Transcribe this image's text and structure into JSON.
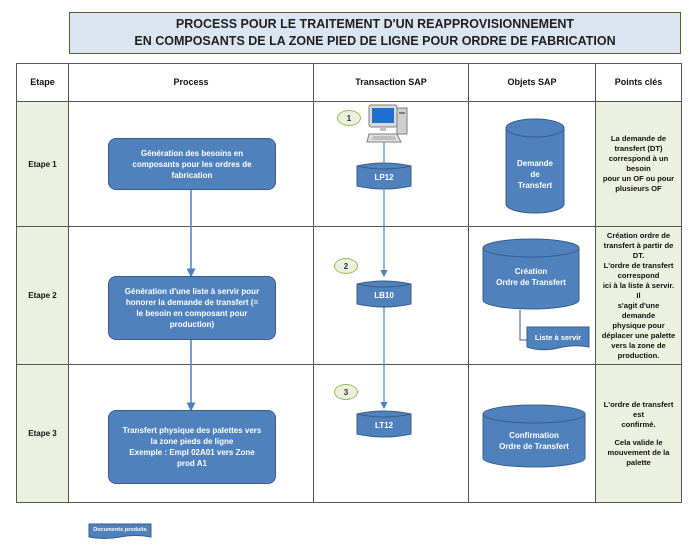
{
  "title": {
    "line1": "PROCESS POUR LE TRAITEMENT D'UN REAPPROVISIONNEMENT",
    "line2": "EN COMPOSANTS DE LA ZONE PIED DE LIGNE POUR ORDRE DE FABRICATION"
  },
  "headers": {
    "etape": "Etape",
    "process": "Process",
    "transaction": "Transaction SAP",
    "objets": "Objets SAP",
    "points": "Points clés"
  },
  "rows": [
    {
      "stage": "Etape 1",
      "process": [
        "Génération des besoins en",
        "composants pour les ordres de",
        "fabrication"
      ],
      "step_number": "1",
      "transaction": "LP12",
      "object": [
        "Demande",
        "de",
        "Transfert"
      ],
      "notes": [
        "La demande de",
        "transfert (DT)",
        "correspond à un besoin",
        "pour un OF ou pour",
        "plusieurs OF"
      ]
    },
    {
      "stage": "Etape 2",
      "process": [
        "Génération d'une liste à servir pour",
        "honorer la demande de transfert (=",
        "le besoin en composant pour",
        "production)"
      ],
      "step_number": "2",
      "transaction": "LB10",
      "object": [
        "Création",
        "Ordre de Transfert"
      ],
      "document": "Liste à servir",
      "notes": [
        "Création ordre de",
        "transfert à partir de",
        "DT.",
        "L'ordre de transfert",
        "correspond",
        "ici à la liste à servir. Il",
        "s'agit d'une demande",
        "physique pour",
        "déplacer une palette",
        "vers la zone de",
        "production."
      ]
    },
    {
      "stage": "Etape 3",
      "process": [
        "Transfert physique des palettes vers",
        "la zone pieds de ligne",
        "Exemple : Empl 02A01 vers Zone",
        "prod A1"
      ],
      "step_number": "3",
      "transaction": "LT12",
      "object": [
        "Confirmation",
        "Ordre de Transfert"
      ],
      "notes": [
        "L'ordre de transfert est",
        "confirmé.",
        "",
        "Cela valide le",
        "mouvement de la",
        "palette"
      ]
    }
  ],
  "legend": {
    "label": "Documents produits"
  },
  "colors": {
    "shape_fill": "#4f81bd",
    "shape_border": "#385d8a",
    "stage_fill": "#ebf1de",
    "title_fill": "#dbe5f1",
    "connector": "#4f81bd"
  },
  "icons": {
    "computer": "computer-icon"
  }
}
